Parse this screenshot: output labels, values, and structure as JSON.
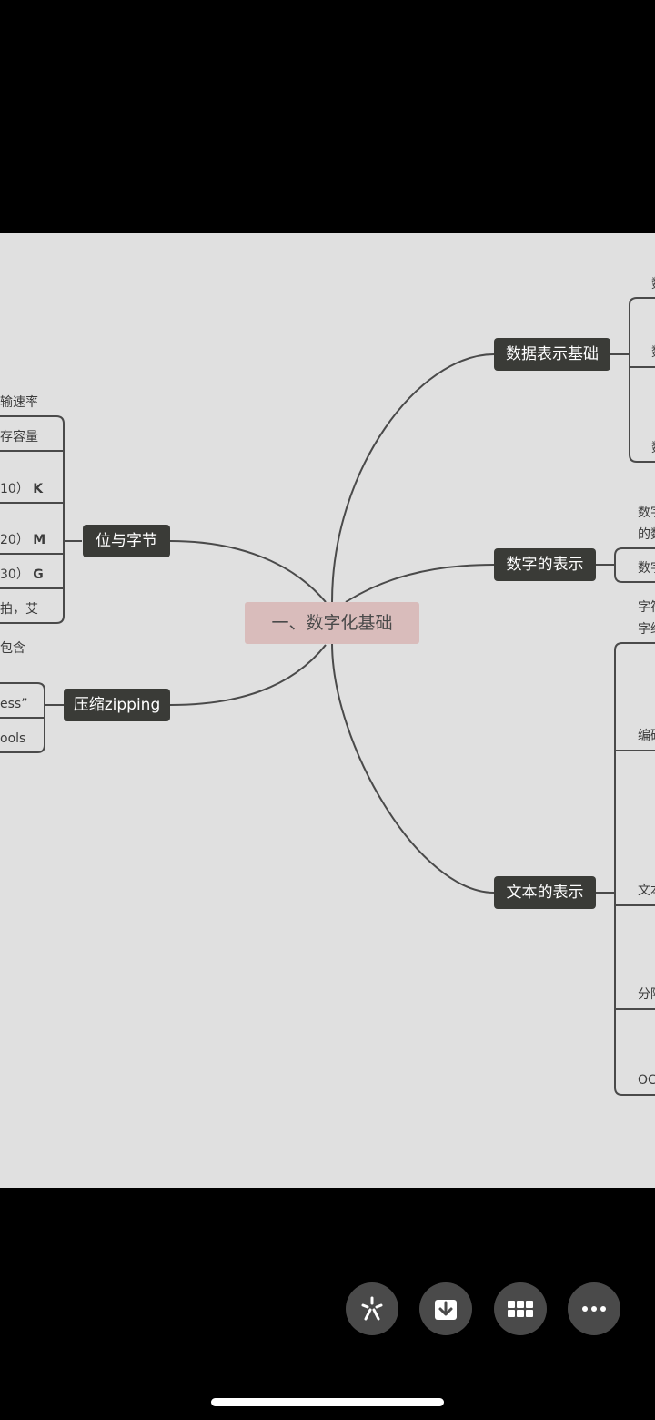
{
  "mindmap": {
    "root": "一、数字化基础",
    "branches": {
      "data_basics": "数据表示基础",
      "number_repr": "数字的表示",
      "text_repr": "文本的表示",
      "bits_bytes": "位与字节",
      "compression": "压缩zipping"
    },
    "left_leaves": {
      "l1": "输速率",
      "l2": "存容量",
      "l3_text": "10）",
      "l3_unit": "K",
      "l4_text": "20）",
      "l4_unit": "M",
      "l5_text": "30）",
      "l5_unit": "G",
      "l6": "拍，艾",
      "l7": "包含",
      "l8": "ess”",
      "l9": "ools"
    },
    "right_leaves": {
      "r1": "数",
      "r2": "数",
      "r3": "数",
      "r4": "数字",
      "r5": "的数",
      "r6": "数字",
      "r7": "字符",
      "r8": "字维",
      "r9": "编码",
      "r10": "文本",
      "r11": "分隔",
      "r12": "OC"
    }
  },
  "toolbar": {
    "icons": [
      "sparkle-icon",
      "download-icon",
      "grid-icon",
      "more-icon"
    ]
  },
  "colors": {
    "canvas": "#e0e0e0",
    "branch_node": "#3a3b37",
    "root_node": "#d9bcbb",
    "toolbar_button": "#4a4a4a"
  }
}
